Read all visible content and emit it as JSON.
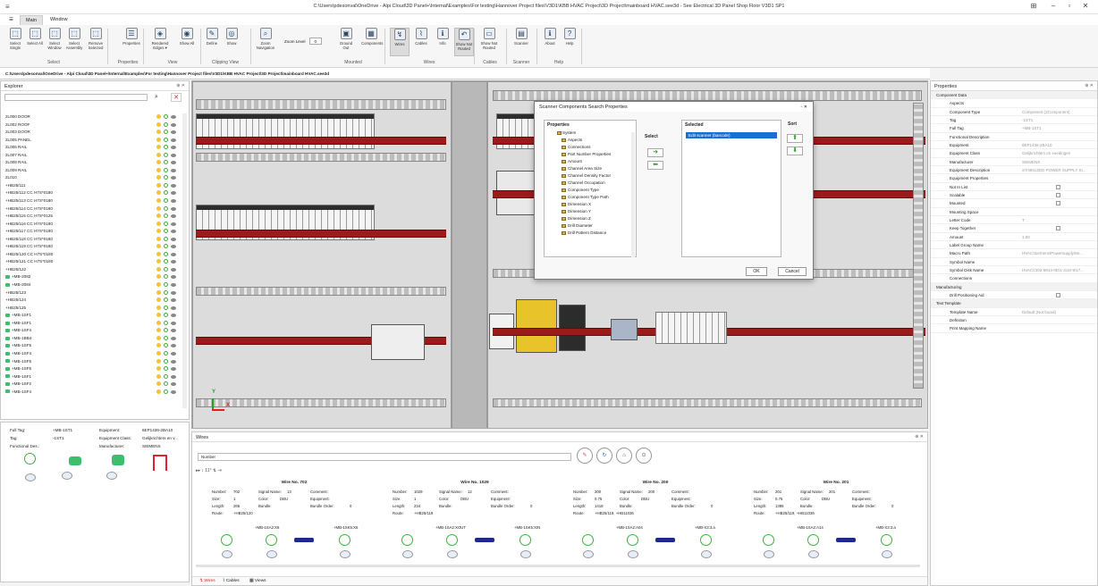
{
  "window": {
    "title": "C:\\Users\\pdesonval\\OneDrive - Alpi Cloud\\3D Panel+\\Internal\\Examples\\For testing\\Hannover Project files\\V3D1\\KBB HVAC Project\\3D Project\\mainboard HVAC.see3d - See Electrical 3D Panel Shop Floor V3D1 SP1",
    "app_icon": "≡",
    "min": "–",
    "max": "▫",
    "close": "✕",
    "restore": "⊞"
  },
  "menu": {
    "tabs": [
      "Main",
      "Window"
    ]
  },
  "ribbon": {
    "buttons": [
      {
        "label": "Select Single",
        "icon": "⬚"
      },
      {
        "label": "Select All",
        "icon": "⬚"
      },
      {
        "label": "Select Window",
        "icon": "⬚"
      },
      {
        "label": "Select Assembly",
        "icon": "⬚"
      },
      {
        "label": "Remove Selected",
        "icon": "⬚"
      },
      {
        "label": "Properties",
        "icon": "☰"
      },
      {
        "label": "Rendered Edges ▾",
        "icon": "◈"
      },
      {
        "label": "Show All",
        "icon": "◉"
      },
      {
        "label": "Define",
        "icon": "✎"
      },
      {
        "label": "Show",
        "icon": "◎"
      },
      {
        "label": "Zoom Navigation",
        "icon": "⌕"
      },
      {
        "label": "Ground Out",
        "icon": "▣"
      },
      {
        "label": "Components",
        "icon": "▦"
      },
      {
        "label": "Wires",
        "icon": "↯"
      },
      {
        "label": "Cables",
        "icon": "⌇"
      },
      {
        "label": "Info",
        "icon": "ℹ"
      },
      {
        "label": "Show Not Routed",
        "icon": "↶"
      },
      {
        "label": "Show Not Routed",
        "icon": "▭"
      },
      {
        "label": "Scanner",
        "icon": "▤"
      },
      {
        "label": "About",
        "icon": "ℹ"
      },
      {
        "label": "Help",
        "icon": "?"
      }
    ],
    "groups": [
      "Select",
      "Properties",
      "View",
      "Clipping View",
      "Mounted",
      "Wires",
      "Cables",
      "Scanner",
      "Help"
    ],
    "zoom_label": "Zoom Level",
    "zoom_value": "0"
  },
  "path": "C:\\Users\\pdesonval\\OneDrive - Alpi Cloud\\3D Panel+\\Internal\\Examples\\For testing\\Hannover Project files\\V3D1\\KBB HVAC Project\\3D Project\\mainboard HVAC.see3d",
  "explorer": {
    "title": "Explorer",
    "pin": "⊕  ✕",
    "search_icon": "⌕",
    "clear_icon": "✕",
    "items": [
      {
        "label": "2L000 DOOR",
        "green": false
      },
      {
        "label": "2L002 ROOF",
        "green": false
      },
      {
        "label": "2L003 DOOR",
        "green": false
      },
      {
        "label": "2L005 PANEL",
        "green": false
      },
      {
        "label": "2L006 RAIL",
        "green": false
      },
      {
        "label": "2L007 RAIL",
        "green": false
      },
      {
        "label": "2L008 RAIL",
        "green": false
      },
      {
        "label": "2L009 RAIL",
        "green": false
      },
      {
        "label": "2L010",
        "green": false
      },
      {
        "label": "+HB25/111",
        "green": false
      },
      {
        "label": "+HB25/112 CC H7S*0180",
        "green": false
      },
      {
        "label": "+HB25/113 CC H7S*0180",
        "green": false
      },
      {
        "label": "+HB25/114 CC H7S*0180",
        "green": false
      },
      {
        "label": "+HB25/115 CC H7S*0125",
        "green": false
      },
      {
        "label": "+HB25/116 CC H7S*0180",
        "green": false
      },
      {
        "label": "+HB25/117 CC H7S*0180",
        "green": false
      },
      {
        "label": "+HB25/118 CC H7S*0180",
        "green": false
      },
      {
        "label": "+HB25/119 CC H7S*0180",
        "green": false
      },
      {
        "label": "+HB25/120 CC H7S*0180",
        "green": false
      },
      {
        "label": "+HB25/121 CC H7S*0180",
        "green": false
      },
      {
        "label": "+HB25/122",
        "green": false
      },
      {
        "label": "+MB-2082",
        "green": true
      },
      {
        "label": "+MB-2084",
        "green": true
      },
      {
        "label": "+HB25/123",
        "green": false
      },
      {
        "label": "+HB25/124",
        "green": false
      },
      {
        "label": "+HB25/125",
        "green": false
      },
      {
        "label": "+MB-1SF1",
        "green": true
      },
      {
        "label": "+MB-1SF1",
        "green": true
      },
      {
        "label": "+MB-1SF4",
        "green": true
      },
      {
        "label": "+MB-1BB4",
        "green": true
      },
      {
        "label": "+MB-1SF5",
        "green": true
      },
      {
        "label": "+MB-1SF4",
        "green": true
      },
      {
        "label": "+MB-1SF5",
        "green": true
      },
      {
        "label": "+MB-1SF5",
        "green": true
      },
      {
        "label": "+MB-1SF1",
        "green": true
      },
      {
        "label": "+MB-1SF2",
        "green": true
      },
      {
        "label": "+MB-1SF4",
        "green": true
      }
    ]
  },
  "info": {
    "full_tag_k": "Full Tag:",
    "full_tag_v": "+MB-1ST1",
    "tag_k": "Tag:",
    "tag_v": "-1ST1",
    "func_k": "Functional Des.:",
    "equip_k": "Equipment:",
    "equip_v": "6EP1436-2BA10",
    "eclass_k": "Equipment Class:",
    "eclass_v": "Gelijkrichters en v...",
    "manu_k": "Manufacturer:",
    "manu_v": "SIEMENS"
  },
  "dialog": {
    "title": "Scanner Components Search Properties",
    "ctl": "▫  ✕",
    "properties_header": "Properties",
    "select_header": "Select",
    "selected_header": "Selected",
    "sort_header": "Sort",
    "tree": [
      {
        "label": "System",
        "level": 0
      },
      {
        "label": "Aspects",
        "level": 1
      },
      {
        "label": "Connections",
        "level": 1
      },
      {
        "label": "Part Number Properties",
        "level": 1
      },
      {
        "label": "Amount",
        "level": 1
      },
      {
        "label": "Channel Area Size",
        "level": 1
      },
      {
        "label": "Channel Density Factor",
        "level": 1
      },
      {
        "label": "Channel Occupation",
        "level": 1
      },
      {
        "label": "Component Type",
        "level": 1
      },
      {
        "label": "Component Type Path",
        "level": 1
      },
      {
        "label": "Dimension X",
        "level": 1
      },
      {
        "label": "Dimension Y",
        "level": 1
      },
      {
        "label": "Dimension Z",
        "level": 1
      },
      {
        "label": "Drill Diameter",
        "level": 1
      },
      {
        "label": "Drill Pattern Distance",
        "level": 1
      }
    ],
    "selected_item": "Edit scanner (barcode)",
    "add_icon": "➜",
    "remove_icon": "⬅",
    "up_icon": "⬆",
    "down_icon": "⬇",
    "ok": "OK",
    "cancel": "Cancel"
  },
  "properties": {
    "title": "Properties",
    "ctl": "⊕  ✕",
    "rows": [
      {
        "k": "Component Data",
        "v": "",
        "cat": true
      },
      {
        "k": "Aspects",
        "v": "",
        "cat": false
      },
      {
        "k": "Component Type",
        "v": "Component (ZComponent)"
      },
      {
        "k": "Tag",
        "v": "-1ST1"
      },
      {
        "k": "Full Tag",
        "v": "+MB-1ST1"
      },
      {
        "k": "Functional Description",
        "v": ""
      },
      {
        "k": "Equipment",
        "v": "6EP1436-2BA10"
      },
      {
        "k": "Equipment Class",
        "v": "Gelijkrichters en voedingen"
      },
      {
        "k": "Manufacturer",
        "v": "SIEMENS"
      },
      {
        "k": "Equipment Description",
        "v": "STABILIZED POWER SUPPLY SI..."
      },
      {
        "k": "Equipment Properties",
        "v": ""
      },
      {
        "k": "Not In List",
        "v": "",
        "cb": true
      },
      {
        "k": "Scalable",
        "v": "",
        "cb": true
      },
      {
        "k": "Mounted",
        "v": "",
        "cb": true
      },
      {
        "k": "Mounting Space",
        "v": ""
      },
      {
        "k": "Letter Code",
        "v": "T"
      },
      {
        "k": "Keep Together",
        "v": "",
        "cb": true
      },
      {
        "k": "Amount",
        "v": "1,00"
      },
      {
        "k": "Label Group Name",
        "v": ""
      },
      {
        "k": "Macro Path",
        "v": "HVAC\\Siemens\\Powersupply\\6e..."
      },
      {
        "k": "Symbol Name",
        "v": ""
      },
      {
        "k": "Symbol Disk Name",
        "v": "HVAC\\r302-9814-0E\\1-4\\10-9\\17..."
      },
      {
        "k": "Connections",
        "v": ""
      },
      {
        "k": "Manufacturing",
        "v": "",
        "cat": true
      },
      {
        "k": "Drill Positioning Aid",
        "v": "",
        "cb": true
      },
      {
        "k": "Text Template",
        "v": "",
        "cat": true
      },
      {
        "k": "Template Name",
        "v": "Default (Not found)"
      },
      {
        "k": "Definition",
        "v": ""
      },
      {
        "k": "Print Mapping Name",
        "v": ""
      }
    ]
  },
  "wires": {
    "title": "Wires",
    "ctl": "⊕  ✕",
    "sort_field": "Number",
    "toolbar": "▸▸  ↕  11°  ⇅  ⇥",
    "btabs": [
      "Wires",
      "Cables",
      "Views"
    ],
    "cards": [
      {
        "title": "Wire No. 702",
        "number": "702",
        "signal": "13",
        "comment": "",
        "size": "1",
        "color": "DBU",
        "equipment": "",
        "length": "266",
        "bundle": "",
        "bundle_order": "0",
        "route": "+HB25/120",
        "from": "+MB-1SA2:X6",
        "to": "+MB-1SK5:X6"
      },
      {
        "title": "Wire No. 1029",
        "number": "1029",
        "signal": "12",
        "comment": "",
        "size": "1",
        "color": "DBU",
        "equipment": "",
        "length": "234",
        "bundle": "",
        "bundle_order": "0",
        "route": "+HB25/119",
        "from": "+MB-1SA2:XOUT",
        "to": "+MB-1SK5:XIN"
      },
      {
        "title": "Wire No. 200",
        "number": "200",
        "signal": "200",
        "comment": "",
        "size": "0.75",
        "color": "DBU",
        "equipment": "",
        "length": "1418",
        "bundle": "",
        "bundle_order": "0",
        "route": "+HB25/119, +HB11036",
        "from": "+MB-1SA2:A04",
        "to": "+MB-X3:3.a"
      },
      {
        "title": "Wire No. 201",
        "number": "201",
        "signal": "201",
        "comment": "",
        "size": "0.75",
        "color": "DBU",
        "equipment": "",
        "length": "1386",
        "bundle": "",
        "bundle_order": "0",
        "route": "+HB25/119, +HB11036",
        "from": "+MB-1SA2:A14",
        "to": "+MB-X3:3.a"
      }
    ],
    "labels": {
      "number": "Number:",
      "signal": "Signal Name:",
      "comment": "Comment:",
      "size": "Size:",
      "color": "Color:",
      "equipment": "Equipment:",
      "length": "Length:",
      "bundle": "Bundle:",
      "bundle_order": "Bundle Order:",
      "route": "Route:"
    }
  },
  "viewport": {
    "axis_x": "X",
    "axis_y": "Y"
  }
}
